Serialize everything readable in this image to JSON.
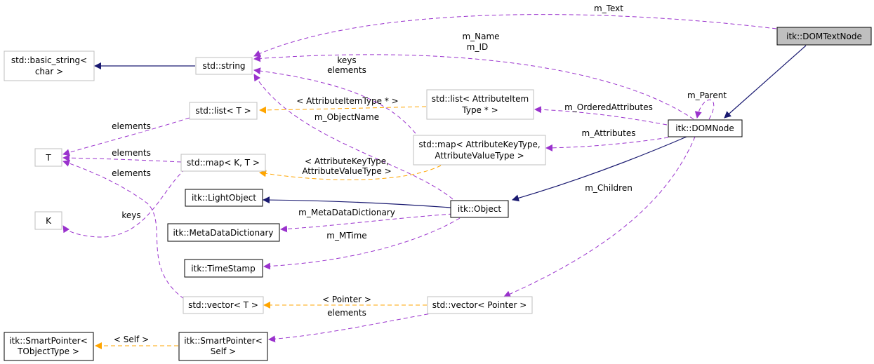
{
  "colors": {
    "inheritance": "#191970",
    "usage": "#9a32cd",
    "template": "#ffa500",
    "focus_fill": "#bfbfbf",
    "external_border": "#bfbfbf",
    "border": "#000000"
  },
  "nodes": {
    "dom_text_node": "itk::DOMTextNode",
    "dom_node": "itk::DOMNode",
    "basic_string_l1": "std::basic_string<",
    "basic_string_l2": "char >",
    "std_string": "std::string",
    "list_t": "std::list< T >",
    "list_attr_l1": "std::list< AttributeItem",
    "list_attr_l2": "Type * >",
    "t": "T",
    "k": "K",
    "map_kt": "std::map< K, T >",
    "map_attr_l1": "std::map< AttributeKeyType,",
    "map_attr_l2": "AttributeValueType >",
    "light_object": "itk::LightObject",
    "object": "itk::Object",
    "metadata_dictionary": "itk::MetaDataDictionary",
    "time_stamp": "itk::TimeStamp",
    "vector_t": "std::vector< T >",
    "vector_pointer": "std::vector< Pointer >",
    "smart_pointer_tobj_l1": "itk::SmartPointer<",
    "smart_pointer_tobj_l2": "TObjectType >",
    "smart_pointer_self_l1": "itk::SmartPointer<",
    "smart_pointer_self_l2": "Self >"
  },
  "edge_labels": {
    "m_text": "m_Text",
    "m_name": "m_Name",
    "m_id": "m_ID",
    "keys_elements_1": "keys",
    "keys_elements_2": "elements",
    "m_parent": "m_Parent",
    "list_attr_template": "< AttributeItemType * >",
    "m_ordered_attributes": "m_OrderedAttributes",
    "m_object_name": "m_ObjectName",
    "list_elements": "elements",
    "m_attributes": "m_Attributes",
    "map_elements": "elements",
    "map_attr_template_1": "< AttributeKeyType,",
    "map_attr_template_2": "AttributeValueType >",
    "vector_elements": "elements",
    "m_children": "m_Children",
    "keys": "keys",
    "m_metadata_dictionary": "m_MetaDataDictionary",
    "m_mtime": "m_MTime",
    "vector_pointer_template": "< Pointer >",
    "smart_pointer_elements": "elements",
    "smart_pointer_template": "< Self >"
  }
}
